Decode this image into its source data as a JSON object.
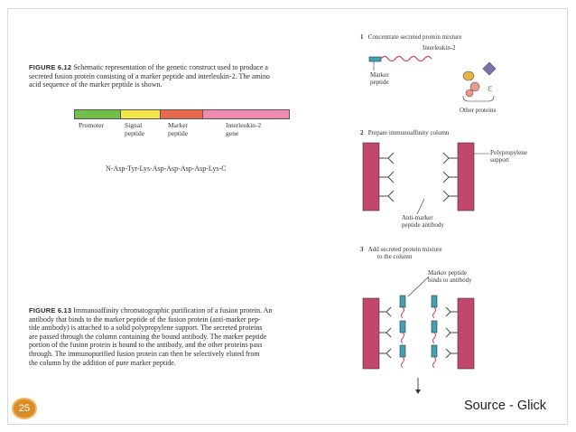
{
  "slide_number": "25",
  "source": "Source - Glick",
  "figure_612": {
    "label": "FIGURE 6.12",
    "caption_line1": "Schematic representation of the genetic construct used to produce a",
    "caption_line2": "secreted fusion protein consisting of a marker peptide and interleukin-2. The amino",
    "caption_line3": "acid sequence of the marker peptide is shown.",
    "segments": [
      {
        "label1": "Promoter",
        "label2": "",
        "color": "#6fbf4a"
      },
      {
        "label1": "Signal",
        "label2": "peptide",
        "color": "#f2e64a"
      },
      {
        "label1": "Marker",
        "label2": "peptide",
        "color": "#e7684a"
      },
      {
        "label1": "Interleukin-2",
        "label2": "gene",
        "color": "#ee8bb0"
      }
    ],
    "sequence": "N-Asp-Tyr-Lys-Asp-Asp-Asp-Asp-Lys-C"
  },
  "figure_613": {
    "label": "FIGURE 6.13",
    "lines": [
      "Immunoaffinity chromatographic purification of a fusion protein. An",
      "antibody that binds to the marker peptide of the fusion protein (anti-marker pep-",
      "tide antibody) is attached to a solid polypropylene support. The secreted proteins",
      "are passed through the column containing the bound antibody. The marker peptide",
      "portion of the fusion protein is bound to the antibody, and the other proteins pass",
      "through. The immunopurified fusion protein can then be selectively eluted from",
      "the column by the addition of pure marker peptide."
    ]
  },
  "steps": [
    {
      "num": "1",
      "title": "Concentrate secreted protein mixture"
    },
    {
      "num": "2",
      "title": "Prepare immunoaffinity column"
    },
    {
      "num": "3",
      "title1": "Add secreted protein mixture",
      "title2": "to the column"
    }
  ],
  "diagram_labels": {
    "interleukin": "Interleukin-2",
    "marker1": "Marker",
    "marker2": "peptide",
    "other_proteins": "Other proteins",
    "support1": "Polypropylene",
    "support2": "support",
    "antibody1": "Anti-marker",
    "antibody2": "peptide antibody",
    "binds1": "Marker peptide",
    "binds2": "binds to antibody"
  },
  "colors": {
    "column": "#c2476a",
    "marker_tag": "#3fa3b5",
    "badge": "#d98b27"
  }
}
